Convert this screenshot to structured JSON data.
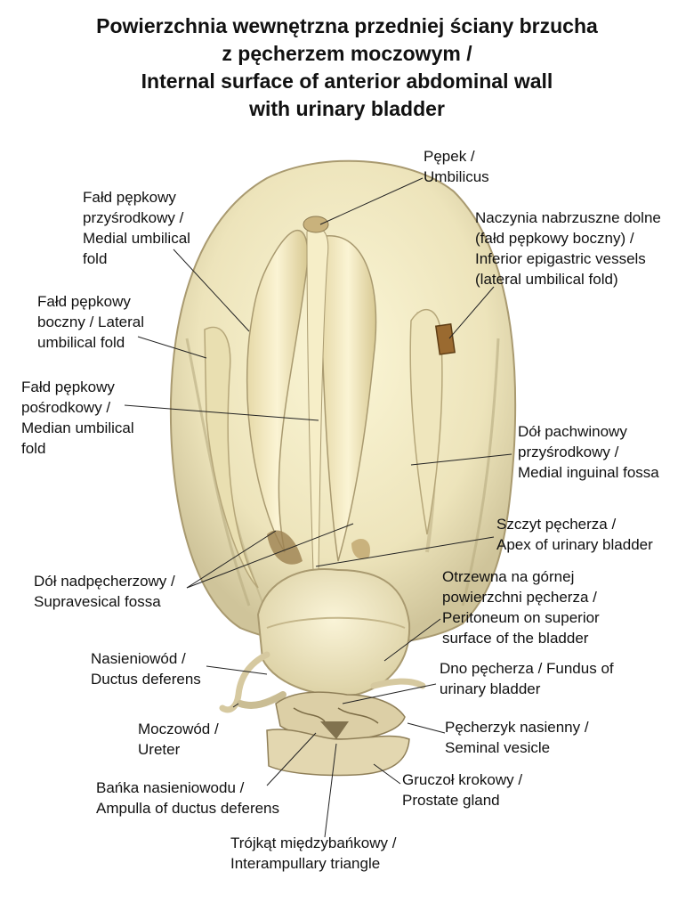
{
  "title": {
    "line1": "Powierzchnia wewnętrzna przedniej ściany brzucha",
    "line2": "z pęcherzem moczowym /",
    "line3": "Internal surface of anterior abdominal wall",
    "line4": "with urinary bladder"
  },
  "labels": {
    "umbilicus": [
      "Pępek /",
      "Umbilicus"
    ],
    "medial_fold": [
      "Fałd pępkowy",
      "przyśrodkowy /",
      "Medial umbilical",
      "fold"
    ],
    "inferior_epigastric": [
      "Naczynia nabrzuszne dolne",
      "(fałd pępkowy boczny) /",
      "Inferior epigastric vessels",
      "(lateral umbilical fold)"
    ],
    "lateral_fold": [
      "Fałd pępkowy",
      "boczny / Lateral",
      "umbilical fold"
    ],
    "median_fold": [
      "Fałd pępkowy",
      "pośrodkowy /",
      "Median umbilical",
      "fold"
    ],
    "medial_inguinal": [
      "Dół pachwinowy",
      "przyśrodkowy /",
      "Medial inguinal fossa"
    ],
    "apex": [
      "Szczyt pęcherza /",
      "Apex of urinary bladder"
    ],
    "supravesical": [
      "Dół nadpęcherzowy /",
      "Supravesical fossa"
    ],
    "peritoneum": [
      "Otrzewna na górnej",
      "powierzchni pęcherza /",
      "Peritoneum on superior",
      "surface of the bladder"
    ],
    "ductus": [
      "Nasieniowód /",
      "Ductus deferens"
    ],
    "fundus": [
      "Dno pęcherza / Fundus of",
      "urinary bladder"
    ],
    "ureter": [
      "Moczowód /",
      "Ureter"
    ],
    "seminal": [
      "Pęcherzyk nasienny /",
      "Seminal vesicle"
    ],
    "ampulla": [
      "Bańka nasieniowodu /",
      "Ampulla of ductus deferens"
    ],
    "prostate": [
      "Gruczoł krokowy /",
      "Prostate gland"
    ],
    "triangle": [
      "Trójkąt międzybańkowy /",
      "Interampullary triangle"
    ]
  }
}
